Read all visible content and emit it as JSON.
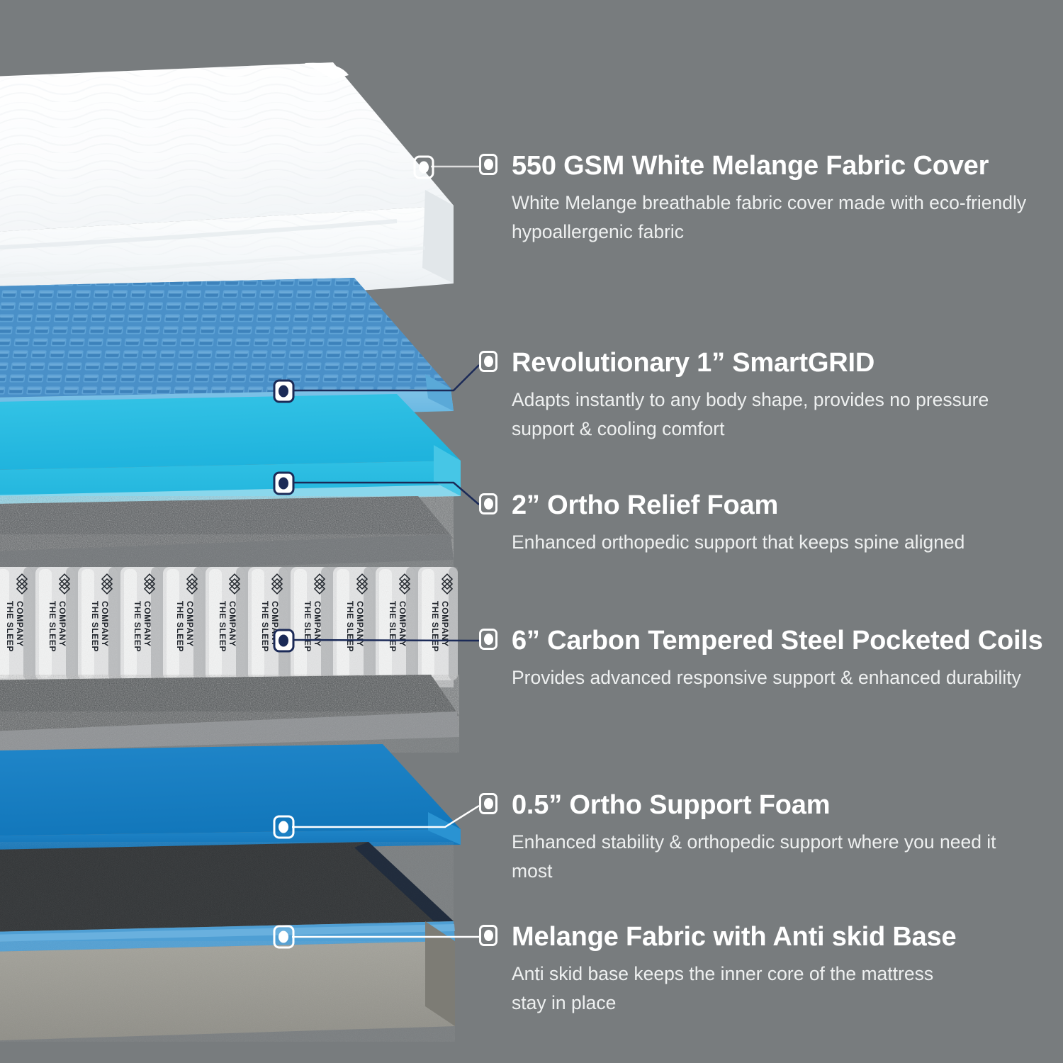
{
  "background_color": "#787c7e",
  "brand": {
    "coil_label_line1": "THE SLEEP",
    "coil_label_line2": "COMPANY"
  },
  "layers": [
    {
      "name": "white-melange-fabric-cover",
      "color": "#ffffff"
    },
    {
      "name": "smartgrid",
      "color": "#4a90c8"
    },
    {
      "name": "ortho-relief-foam",
      "color": "#29bce0"
    },
    {
      "name": "pocketed-coils",
      "color": "#d8d9da"
    },
    {
      "name": "ortho-support-foam",
      "color": "#1b7fc4"
    },
    {
      "name": "melange-anti-skid-base",
      "color": "#9b9a93"
    }
  ],
  "callouts": [
    {
      "id": "cover",
      "headline": "550 GSM White Melange Fabric Cover",
      "body": "White Melange breathable fabric cover made with eco-friendly hypoallergenic fabric",
      "marker_style": "white"
    },
    {
      "id": "smartgrid",
      "headline": "Revolutionary 1” SmartGRID",
      "body": "Adapts instantly to any body shape, provides no pressure support & cooling comfort",
      "marker_style": "white"
    },
    {
      "id": "ortho-relief-foam",
      "headline": "2” Ortho Relief Foam",
      "body": "Enhanced orthopedic support that keeps spine aligned",
      "marker_style": "white"
    },
    {
      "id": "pocketed-coils",
      "headline": "6” Carbon Tempered Steel Pocketed Coils",
      "body": "Provides advanced responsive support & enhanced durability",
      "marker_style": "white"
    },
    {
      "id": "ortho-support-foam",
      "headline": "0.5” Ortho Support Foam",
      "body": "Enhanced stability & orthopedic support where you need it most",
      "marker_style": "white"
    },
    {
      "id": "anti-skid-base",
      "headline": "Melange Fabric with Anti skid Base",
      "body": "Anti skid base keeps the inner core of the mattress stay in place",
      "marker_style": "white"
    }
  ]
}
